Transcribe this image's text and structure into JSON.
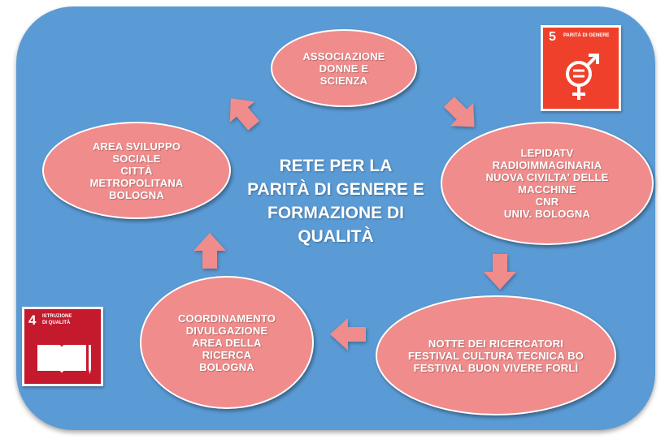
{
  "diagram": {
    "center_title": "RETE PER LA\nPARITÀ DI GENERE E\nFORMAZIONE DI\nQUALITÀ",
    "nodes": {
      "associazione": "ASSOCIAZIONE\nDONNE E\nSCIENZA",
      "media": "LEPIDATV\nRADIOIMMAGINARIA\nNUOVA CIVILTA' DELLE\nMACCHINE\nCNR\nUNIV. BOLOGNA",
      "festival": "NOTTE DEI RICERCATORI\nFESTIVAL CULTURA TECNICA BO\nFESTIVAL BUON VIVERE FORLÌ",
      "coordinamento": "COORDINAMENTO\nDIVULGAZIONE\nAREA DELLA\nRICERCA\nBOLOGNA",
      "area": "AREA SVILUPPO\nSOCIALE\nCITTÀ\nMETROPOLITANA\nBOLOGNA"
    },
    "colors": {
      "background": "#5b9bd5",
      "node": "#f08c8c",
      "arrow": "#f08c8c"
    }
  },
  "sdg_badges": {
    "gender": {
      "number": "5",
      "label": "PARITÀ DI GENERE",
      "color": "#ef402b",
      "icon": "gender-equality-icon"
    },
    "education": {
      "number": "4",
      "label": "ISTRUZIONE\nDI QUALITÀ",
      "color": "#c5192d",
      "icon": "book-pencil-icon"
    }
  }
}
